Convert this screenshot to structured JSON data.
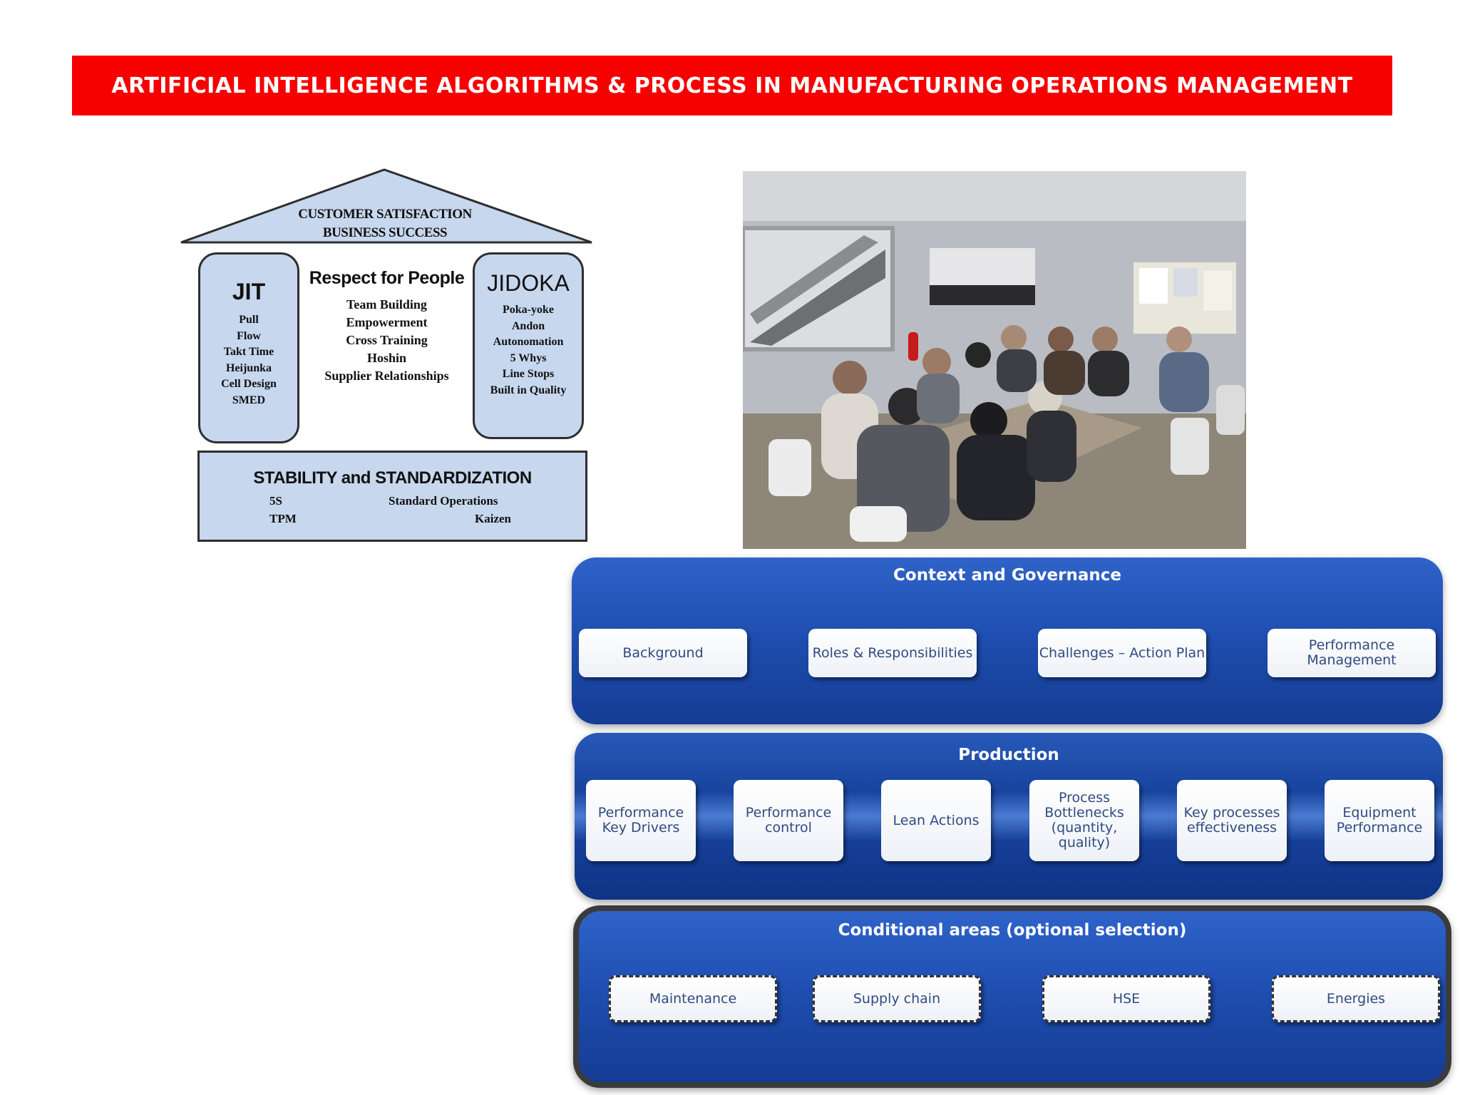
{
  "header": {
    "title": "ARTIFICIAL INTELLIGENCE ALGORITHMS & PROCESS IN MANUFACTURING OPERATIONS MANAGEMENT"
  },
  "house": {
    "roof": [
      "CUSTOMER SATISFACTION",
      "BUSINESS SUCCESS"
    ],
    "jit": {
      "title": "JIT",
      "items": [
        "Pull",
        "Flow",
        "Takt Time",
        "Heijunka",
        "Cell Design",
        "SMED"
      ]
    },
    "center": {
      "title": "Respect for People",
      "items": [
        "Team Building",
        "Empowerment",
        "Cross Training",
        "Hoshin",
        "Supplier Relationships"
      ]
    },
    "jidoka": {
      "title": "JIDOKA",
      "items": [
        "Poka-yoke",
        "Andon",
        "Autonomation",
        "5 Whys",
        "Line Stops",
        "Built in Quality"
      ]
    },
    "foundation": {
      "title": "STABILITY and STANDARDIZATION",
      "items": [
        "5S",
        "Standard Operations",
        "TPM",
        "Kaizen"
      ]
    }
  },
  "governance": {
    "bands": [
      {
        "title": "Context and Governance",
        "boxes": [
          "Background",
          "Roles & Responsibilities",
          "Challenges – Action Plan",
          "Performance Management"
        ]
      },
      {
        "title": "Production",
        "boxes": [
          "Performance Key Drivers",
          "Performance control",
          "Lean Actions",
          "Process Bottlenecks (quantity, quality)",
          "Key processes effectiveness",
          "Equipment Performance"
        ]
      },
      {
        "title": "Conditional areas (optional selection)",
        "boxes": [
          "Maintenance",
          "Supply chain",
          "HSE",
          "Energies"
        ]
      }
    ]
  },
  "colors": {
    "banner": "#f60000",
    "house_fill": "#c7d7ee",
    "band_blue": "#1f4fb1",
    "box_text": "#2f4b80"
  }
}
